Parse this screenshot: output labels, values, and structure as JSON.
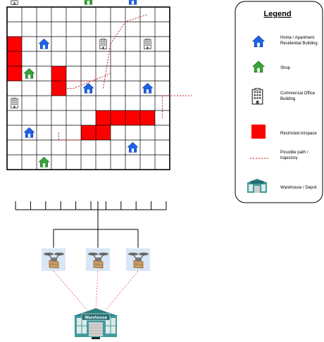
{
  "grid": {
    "rows": 11,
    "cols": 11,
    "restricted_cells": [
      [
        3,
        0
      ],
      [
        4,
        0
      ],
      [
        5,
        0
      ],
      [
        5,
        3
      ],
      [
        6,
        3
      ],
      [
        8,
        6
      ],
      [
        8,
        7
      ],
      [
        8,
        8
      ],
      [
        8,
        9
      ],
      [
        9,
        5
      ],
      [
        9,
        6
      ]
    ],
    "homes": [
      [
        0,
        8
      ],
      [
        3,
        2
      ],
      [
        6,
        5
      ],
      [
        6,
        9
      ],
      [
        9,
        1
      ],
      [
        10,
        8
      ]
    ],
    "shops": [
      [
        0,
        5
      ],
      [
        5,
        1
      ],
      [
        11,
        2
      ]
    ],
    "offices": [
      [
        0,
        0
      ],
      [
        3,
        6
      ],
      [
        3,
        9
      ],
      [
        7,
        0
      ]
    ],
    "paths": [
      [
        [
          3.5,
          6.5
        ],
        [
          3.5,
          6.0
        ],
        [
          6.0,
          6.0
        ],
        [
          6.0,
          5.5
        ]
      ],
      [
        [
          3.5,
          6.5
        ],
        [
          3.5,
          6.5
        ],
        [
          4.5,
          6.5
        ],
        [
          7.0,
          5.5
        ]
      ],
      [
        [
          3.5,
          9.5
        ],
        [
          3.5,
          10.0
        ],
        [
          5.0,
          10.0
        ],
        [
          6.0,
          9.5
        ]
      ],
      [
        [
          6.5,
          6.5
        ],
        [
          7.0,
          3.5
        ],
        [
          8.0,
          2.0
        ],
        [
          9.5,
          1.5
        ]
      ],
      [
        [
          10.5,
          8.5
        ],
        [
          10.5,
          7.0
        ],
        [
          12.5,
          7.0
        ]
      ]
    ]
  },
  "legend": {
    "title": "Legend",
    "items": [
      {
        "icon": "home-icon",
        "label": "Home / Apartment Residential Building"
      },
      {
        "icon": "shop-icon",
        "label": "Shop"
      },
      {
        "icon": "office-icon",
        "label": "Commercial Office Building"
      },
      {
        "icon": "restricted-airspace-swatch",
        "label": "Restricted Airspace"
      },
      {
        "icon": "dashed-path-line",
        "label": "Possible path / trajectory"
      },
      {
        "icon": "warehouse-icon",
        "label": "Warehouse / Depot"
      }
    ]
  },
  "drones": {
    "count": 3
  },
  "warehouse": {
    "sign": "Warehouse"
  },
  "colors": {
    "restricted": "#ff0000",
    "home": "#1e63e6",
    "shop": "#3aa23a",
    "path": "#c0181e",
    "drone_link": "#f08080",
    "warehouse": "#3f9c9c"
  }
}
